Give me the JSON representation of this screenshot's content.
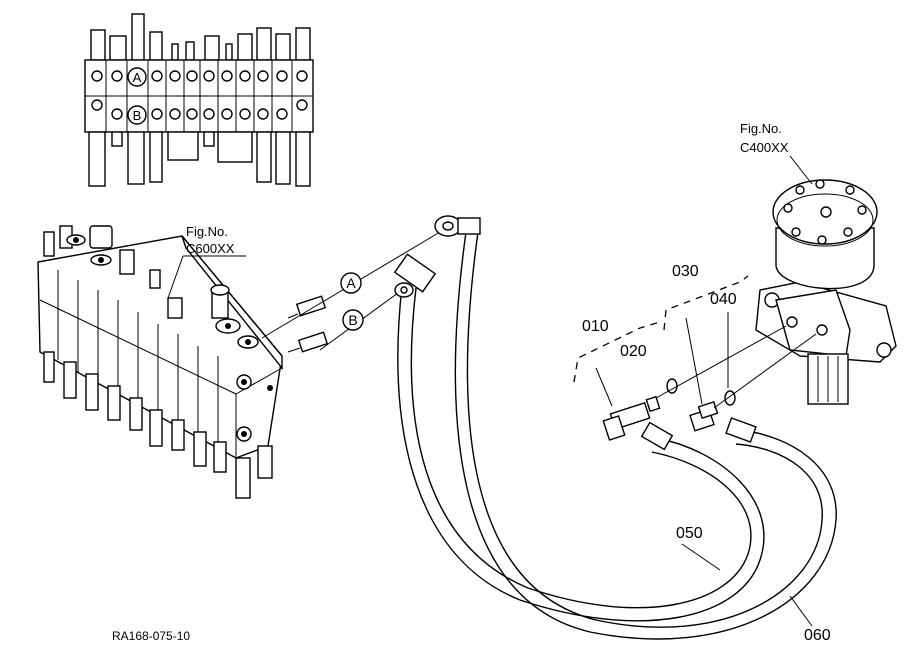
{
  "drawing_id": "RA168-075-10",
  "refs": {
    "valve_fig_label": "Fig.No.",
    "valve_fig_code": "C600XX",
    "motor_fig_label": "Fig.No.",
    "motor_fig_code": "C400XX"
  },
  "ports": {
    "a": "A",
    "b": "B"
  },
  "parts": {
    "p010": "010",
    "p020": "020",
    "p030": "030",
    "p040": "040",
    "p050": "050",
    "p060": "060"
  }
}
